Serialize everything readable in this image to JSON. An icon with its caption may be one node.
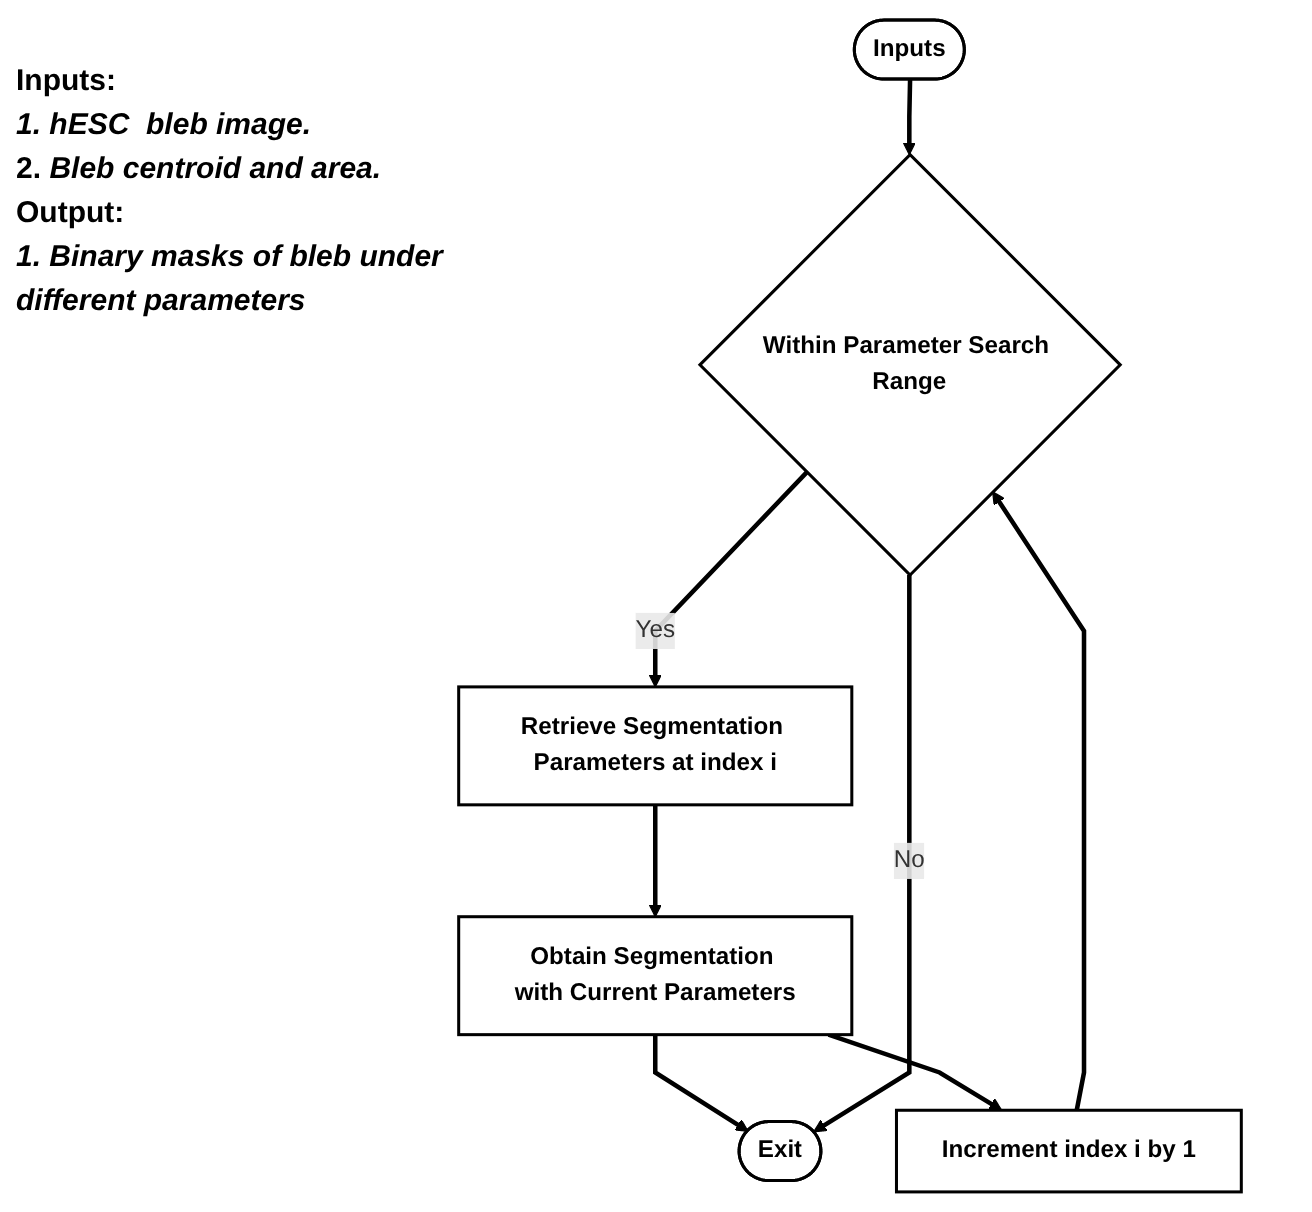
{
  "diagram": {
    "nodes": [
      {
        "text": [
          "Inputs"
        ]
      },
      {
        "text": [
          "Within Parameter Search Range"
        ]
      },
      {
        "text": [
          "Retrieve Segmentation Parameters at index i"
        ]
      },
      {
        "text": [
          "Obtain Segmentation with Current Parameters"
        ]
      },
      {
        "text": [
          "Increment index i by 1"
        ]
      },
      {
        "text": [
          "Exit"
        ]
      }
    ],
    "edges": [
      {
        "from": 0,
        "to": 1,
        "arrow": "to"
      },
      {
        "from": 1,
        "to": 2,
        "arrow": "to",
        "label": "Yes"
      },
      {
        "from": 2,
        "to": 3,
        "arrow": "to"
      },
      {
        "from": 3,
        "to": 5,
        "arrow": "to"
      },
      {
        "from": 3,
        "to": 4,
        "arrow": "to"
      },
      {
        "from": 4,
        "to": 1,
        "arrow": "to"
      },
      {
        "from": 1,
        "to": 5,
        "arrow": "to",
        "label": "No"
      }
    ],
    "labels": [
      "Inputs:",
      "1. hESC  bleb image.",
      "2. *Bleb centroid and area.*",
      "Output:",
      "1. Binary masks of bleb under different parameters"
    ]
  }
}
